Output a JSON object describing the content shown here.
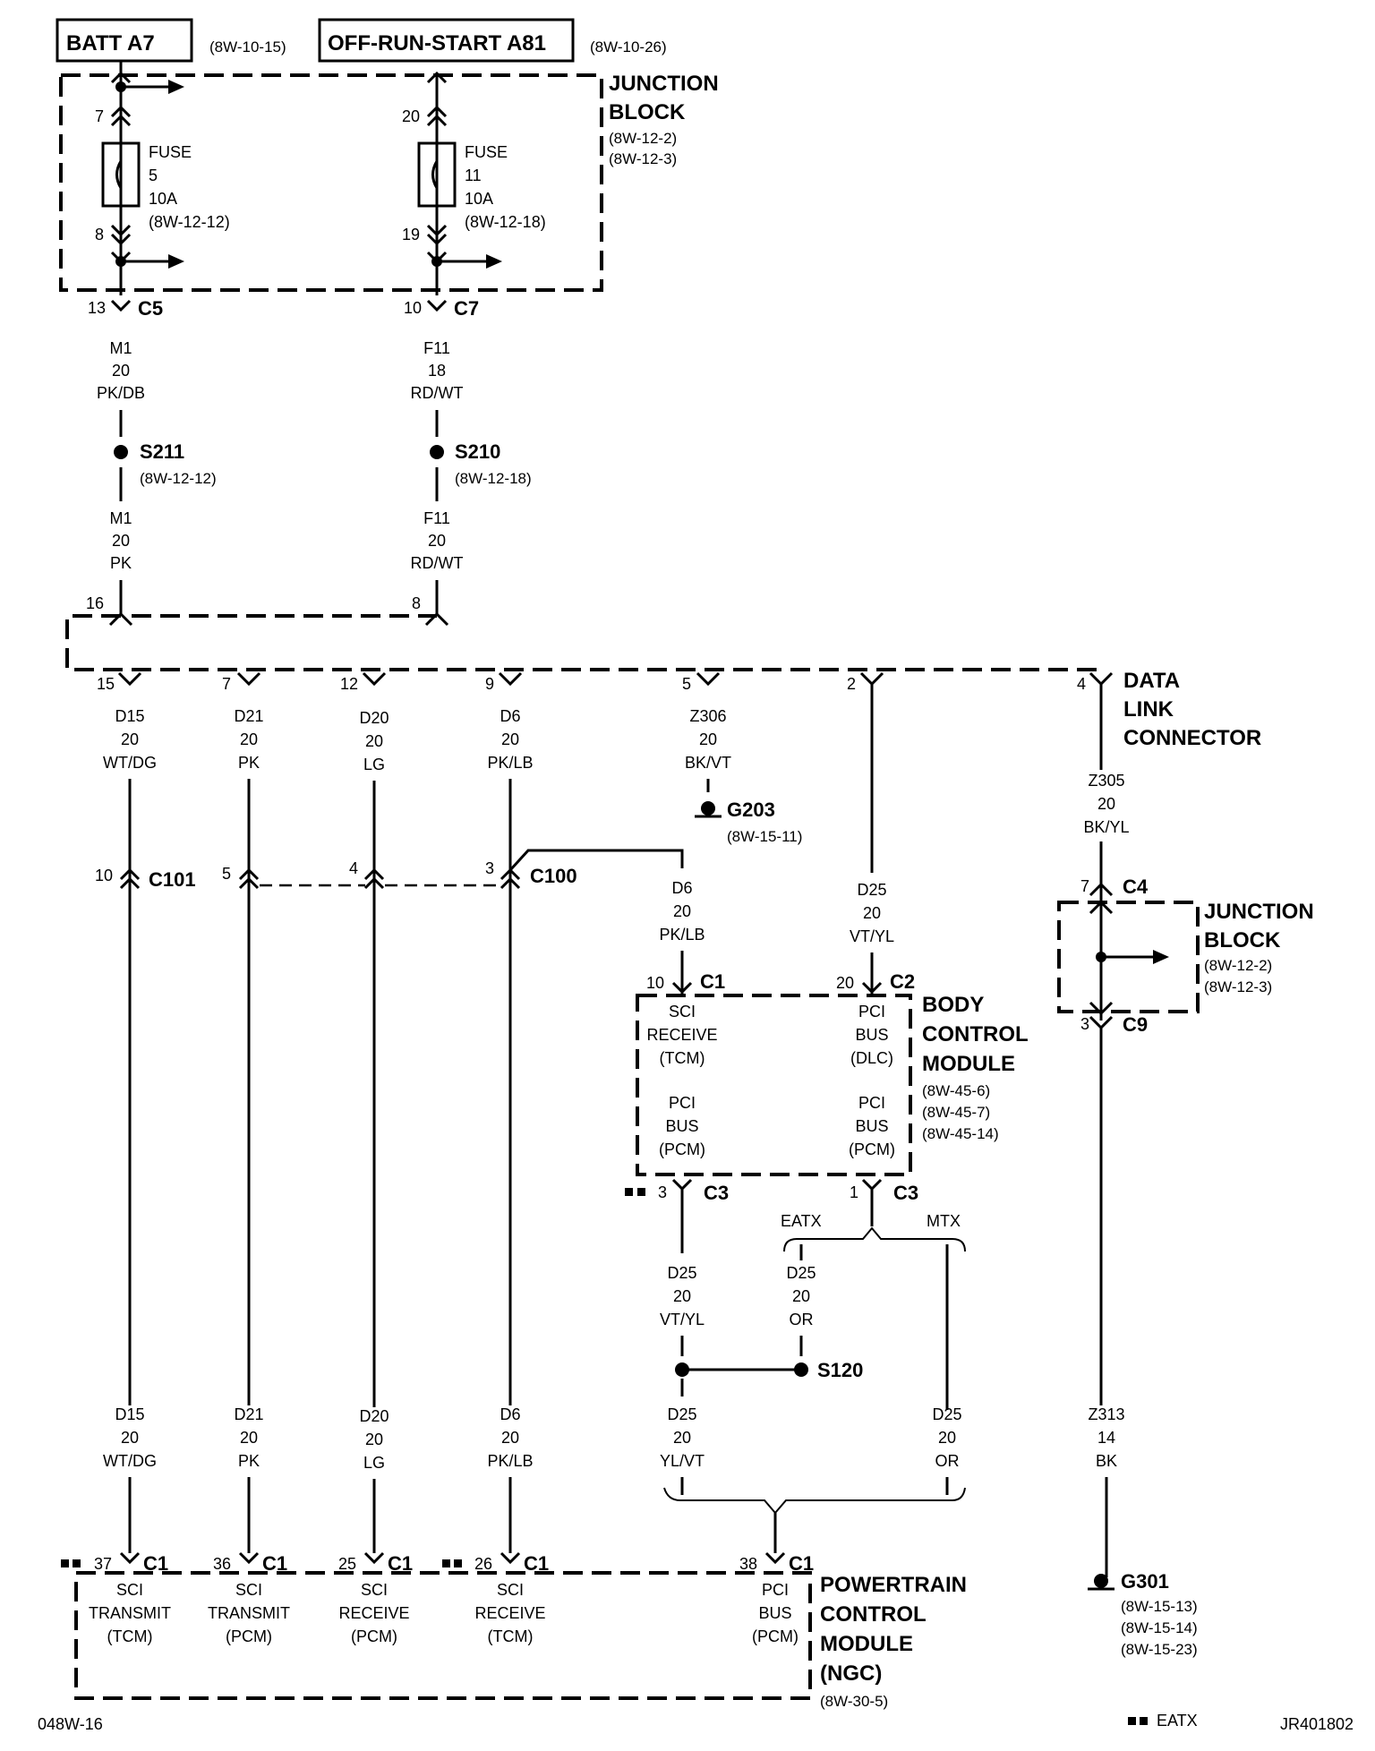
{
  "sources": {
    "batt": {
      "label": "BATT A7",
      "ref": "(8W-10-15)"
    },
    "ors": {
      "label": "OFF-RUN-START A81",
      "ref": "(8W-10-26)"
    }
  },
  "junction_block_top": {
    "line1": "JUNCTION",
    "line2": "BLOCK",
    "ref1": "(8W-12-2)",
    "ref2": "(8W-12-3)",
    "fuse5": {
      "in_pin": "7",
      "out_pin": "8",
      "label": "FUSE",
      "num": "5",
      "amps": "10A",
      "ref": "(8W-12-12)"
    },
    "fuse11": {
      "in_pin": "20",
      "out_pin": "19",
      "label": "FUSE",
      "num": "11",
      "amps": "10A",
      "ref": "(8W-12-18)"
    }
  },
  "c5": {
    "pin": "13",
    "name": "C5"
  },
  "c7": {
    "pin": "10",
    "name": "C7"
  },
  "wire_m1_upper": {
    "code": "M1",
    "gauge": "20",
    "color": "PK/DB"
  },
  "wire_f11_upper": {
    "code": "F11",
    "gauge": "18",
    "color": "RD/WT"
  },
  "s211": {
    "name": "S211",
    "ref": "(8W-12-12)"
  },
  "s210": {
    "name": "S210",
    "ref": "(8W-12-18)"
  },
  "wire_m1_lower": {
    "code": "M1",
    "gauge": "20",
    "color": "PK"
  },
  "wire_f11_lower": {
    "code": "F11",
    "gauge": "20",
    "color": "RD/WT"
  },
  "dlc": {
    "pin16": "16",
    "pin8": "8",
    "pins": {
      "p15": "15",
      "p7": "7",
      "p12": "12",
      "p9": "9",
      "p5": "5",
      "p2": "2",
      "p4": "4"
    },
    "line1": "DATA",
    "line2": "LINK",
    "line3": "CONNECTOR"
  },
  "wires_dlc": {
    "d15": {
      "code": "D15",
      "gauge": "20",
      "color": "WT/DG"
    },
    "d21": {
      "code": "D21",
      "gauge": "20",
      "color": "PK"
    },
    "d20": {
      "code": "D20",
      "gauge": "20",
      "color": "LG"
    },
    "d6": {
      "code": "D6",
      "gauge": "20",
      "color": "PK/LB"
    },
    "z306": {
      "code": "Z306",
      "gauge": "20",
      "color": "BK/VT"
    },
    "z305": {
      "code": "Z305",
      "gauge": "20",
      "color": "BK/YL"
    }
  },
  "g203": {
    "name": "G203",
    "ref": "(8W-15-11)"
  },
  "c101": {
    "pin": "10",
    "name": "C101"
  },
  "c100": {
    "pin5": "5",
    "pin4": "4",
    "pin3": "3",
    "name": "C100"
  },
  "wire_d6_bcm": {
    "code": "D6",
    "gauge": "20",
    "color": "PK/LB"
  },
  "wire_d25_bcm": {
    "code": "D25",
    "gauge": "20",
    "color": "VT/YL"
  },
  "c4": {
    "pin": "7",
    "name": "C4"
  },
  "junction_block_small": {
    "line1": "JUNCTION",
    "line2": "BLOCK",
    "ref1": "(8W-12-2)",
    "ref2": "(8W-12-3)"
  },
  "c9": {
    "pin": "3",
    "name": "C9"
  },
  "bcm": {
    "c1_pin": "10",
    "c1_name": "C1",
    "c2_pin": "20",
    "c2_name": "C2",
    "sci_l1": "SCI",
    "sci_l2": "RECEIVE",
    "sci_l3": "(TCM)",
    "pcid_l1": "PCI",
    "pcid_l2": "BUS",
    "pcid_l3": "(DLC)",
    "pcip1_l1": "PCI",
    "pcip1_l2": "BUS",
    "pcip1_l3": "(PCM)",
    "pcip2_l1": "PCI",
    "pcip2_l2": "BUS",
    "pcip2_l3": "(PCM)",
    "title1": "BODY",
    "title2": "CONTROL",
    "title3": "MODULE",
    "ref1": "(8W-45-6)",
    "ref2": "(8W-45-7)",
    "ref3": "(8W-45-14)",
    "c3a_pin": "3",
    "c3a_name": "C3",
    "c3b_pin": "1",
    "c3b_name": "C3"
  },
  "eatx_label": "EATX",
  "mtx_label": "MTX",
  "wire_d25_vtyl": {
    "code": "D25",
    "gauge": "20",
    "color": "VT/YL"
  },
  "wire_d25_or_upper": {
    "code": "D25",
    "gauge": "20",
    "color": "OR"
  },
  "s120": {
    "name": "S120"
  },
  "wires_pcm": {
    "d15": {
      "code": "D15",
      "gauge": "20",
      "color": "WT/DG"
    },
    "d21": {
      "code": "D21",
      "gauge": "20",
      "color": "PK"
    },
    "d20": {
      "code": "D20",
      "gauge": "20",
      "color": "LG"
    },
    "d6": {
      "code": "D6",
      "gauge": "20",
      "color": "PK/LB"
    },
    "d25_ylvt": {
      "code": "D25",
      "gauge": "20",
      "color": "YL/VT"
    },
    "d25_or": {
      "code": "D25",
      "gauge": "20",
      "color": "OR"
    },
    "z313": {
      "code": "Z313",
      "gauge": "14",
      "color": "BK"
    }
  },
  "pcm": {
    "pin37": "37",
    "pin36": "36",
    "pin25": "25",
    "pin26": "26",
    "pin38": "38",
    "conn": "C1",
    "t1_l1": "SCI",
    "t1_l2": "TRANSMIT",
    "t1_l3": "(TCM)",
    "t2_l1": "SCI",
    "t2_l2": "TRANSMIT",
    "t2_l3": "(PCM)",
    "t3_l1": "SCI",
    "t3_l2": "RECEIVE",
    "t3_l3": "(PCM)",
    "t4_l1": "SCI",
    "t4_l2": "RECEIVE",
    "t4_l3": "(TCM)",
    "t5_l1": "PCI",
    "t5_l2": "BUS",
    "t5_l3": "(PCM)",
    "title1": "POWERTRAIN",
    "title2": "CONTROL",
    "title3": "MODULE",
    "title4": "(NGC)",
    "ref": "(8W-30-5)"
  },
  "g301": {
    "name": "G301",
    "ref1": "(8W-15-13)",
    "ref2": "(8W-15-14)",
    "ref3": "(8W-15-23)"
  },
  "footer": {
    "left": "048W-16",
    "legend": "EATX",
    "right": "JR401802"
  }
}
